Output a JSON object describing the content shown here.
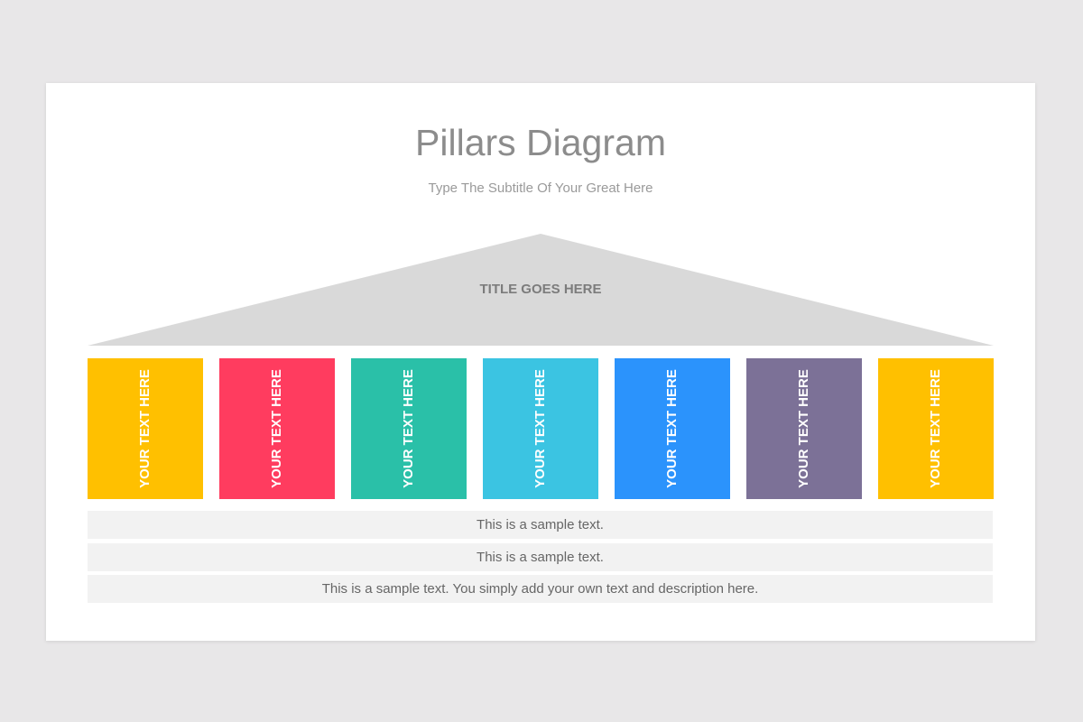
{
  "title": "Pillars Diagram",
  "subtitle": "Type The Subtitle Of Your Great Here",
  "roof": {
    "label": "TITLE GOES HERE",
    "color": "#d9d9d9"
  },
  "pillars": [
    {
      "label": "YOUR TEXT HERE",
      "color": "#ffc000"
    },
    {
      "label": "YOUR TEXT HERE",
      "color": "#ff3c5f"
    },
    {
      "label": "YOUR TEXT HERE",
      "color": "#2ac0a8"
    },
    {
      "label": "YOUR TEXT HERE",
      "color": "#3bc4e2"
    },
    {
      "label": "YOUR TEXT HERE",
      "color": "#2b93fc"
    },
    {
      "label": "YOUR TEXT HERE",
      "color": "#7c7197"
    },
    {
      "label": "YOUR TEXT HERE",
      "color": "#ffc000"
    }
  ],
  "base_rows": [
    "This is a sample text.",
    "This is a sample text.",
    "This is a sample text. You simply add your own text and description here."
  ]
}
